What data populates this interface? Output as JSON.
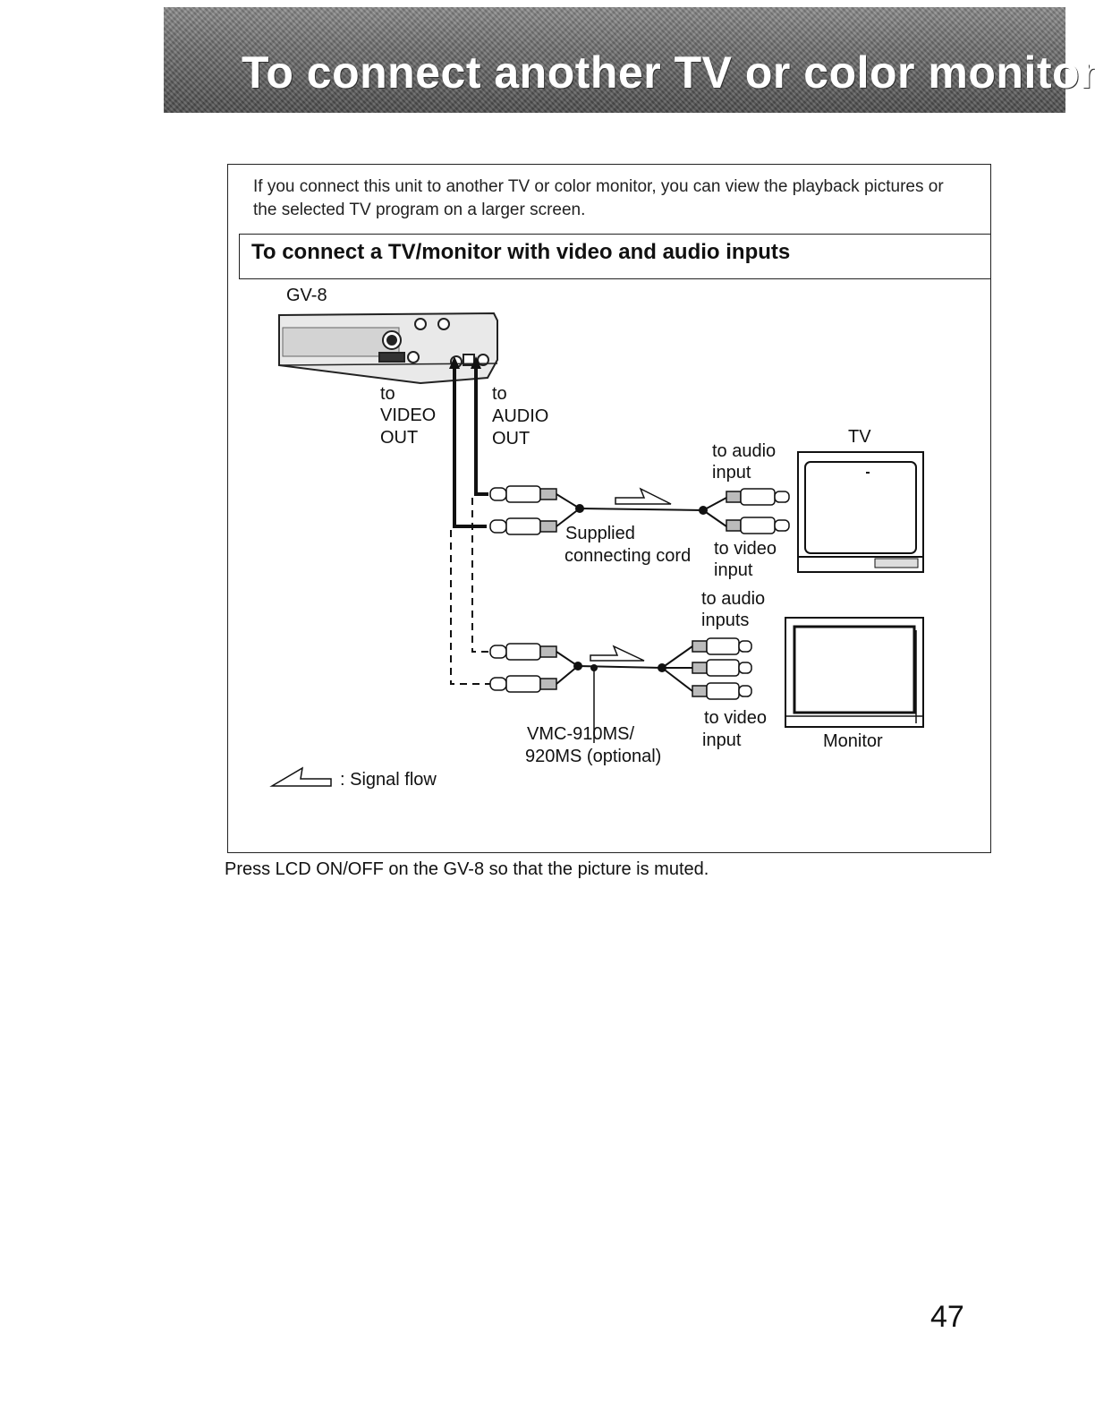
{
  "header": {
    "title": "To connect another TV or color monitor"
  },
  "intro": "If you connect this unit to another TV or color monitor, you can view the playback pictures or the selected TV program on a larger screen.",
  "section": {
    "title": "To connect a TV/monitor with video and audio inputs"
  },
  "diagram": {
    "device_label": "GV-8",
    "video_out": [
      "to",
      "VIDEO",
      "OUT"
    ],
    "audio_out": [
      "to",
      "AUDIO",
      "OUT"
    ],
    "tv_label": "TV",
    "tv_audio_input": [
      "to audio",
      "input"
    ],
    "tv_video_input": [
      "to video",
      "input"
    ],
    "supplied_cord": [
      "Supplied",
      "connecting cord"
    ],
    "monitor_audio_inputs": [
      "to audio",
      "inputs"
    ],
    "monitor_video_input": [
      "to video",
      "input"
    ],
    "monitor_label": "Monitor",
    "optional_cord": [
      "VMC-910MS/",
      "920MS (optional)"
    ],
    "legend": ": Signal flow"
  },
  "footer_note": "Press LCD ON/OFF on the GV-8 so that the picture is muted.",
  "page_number": "47"
}
